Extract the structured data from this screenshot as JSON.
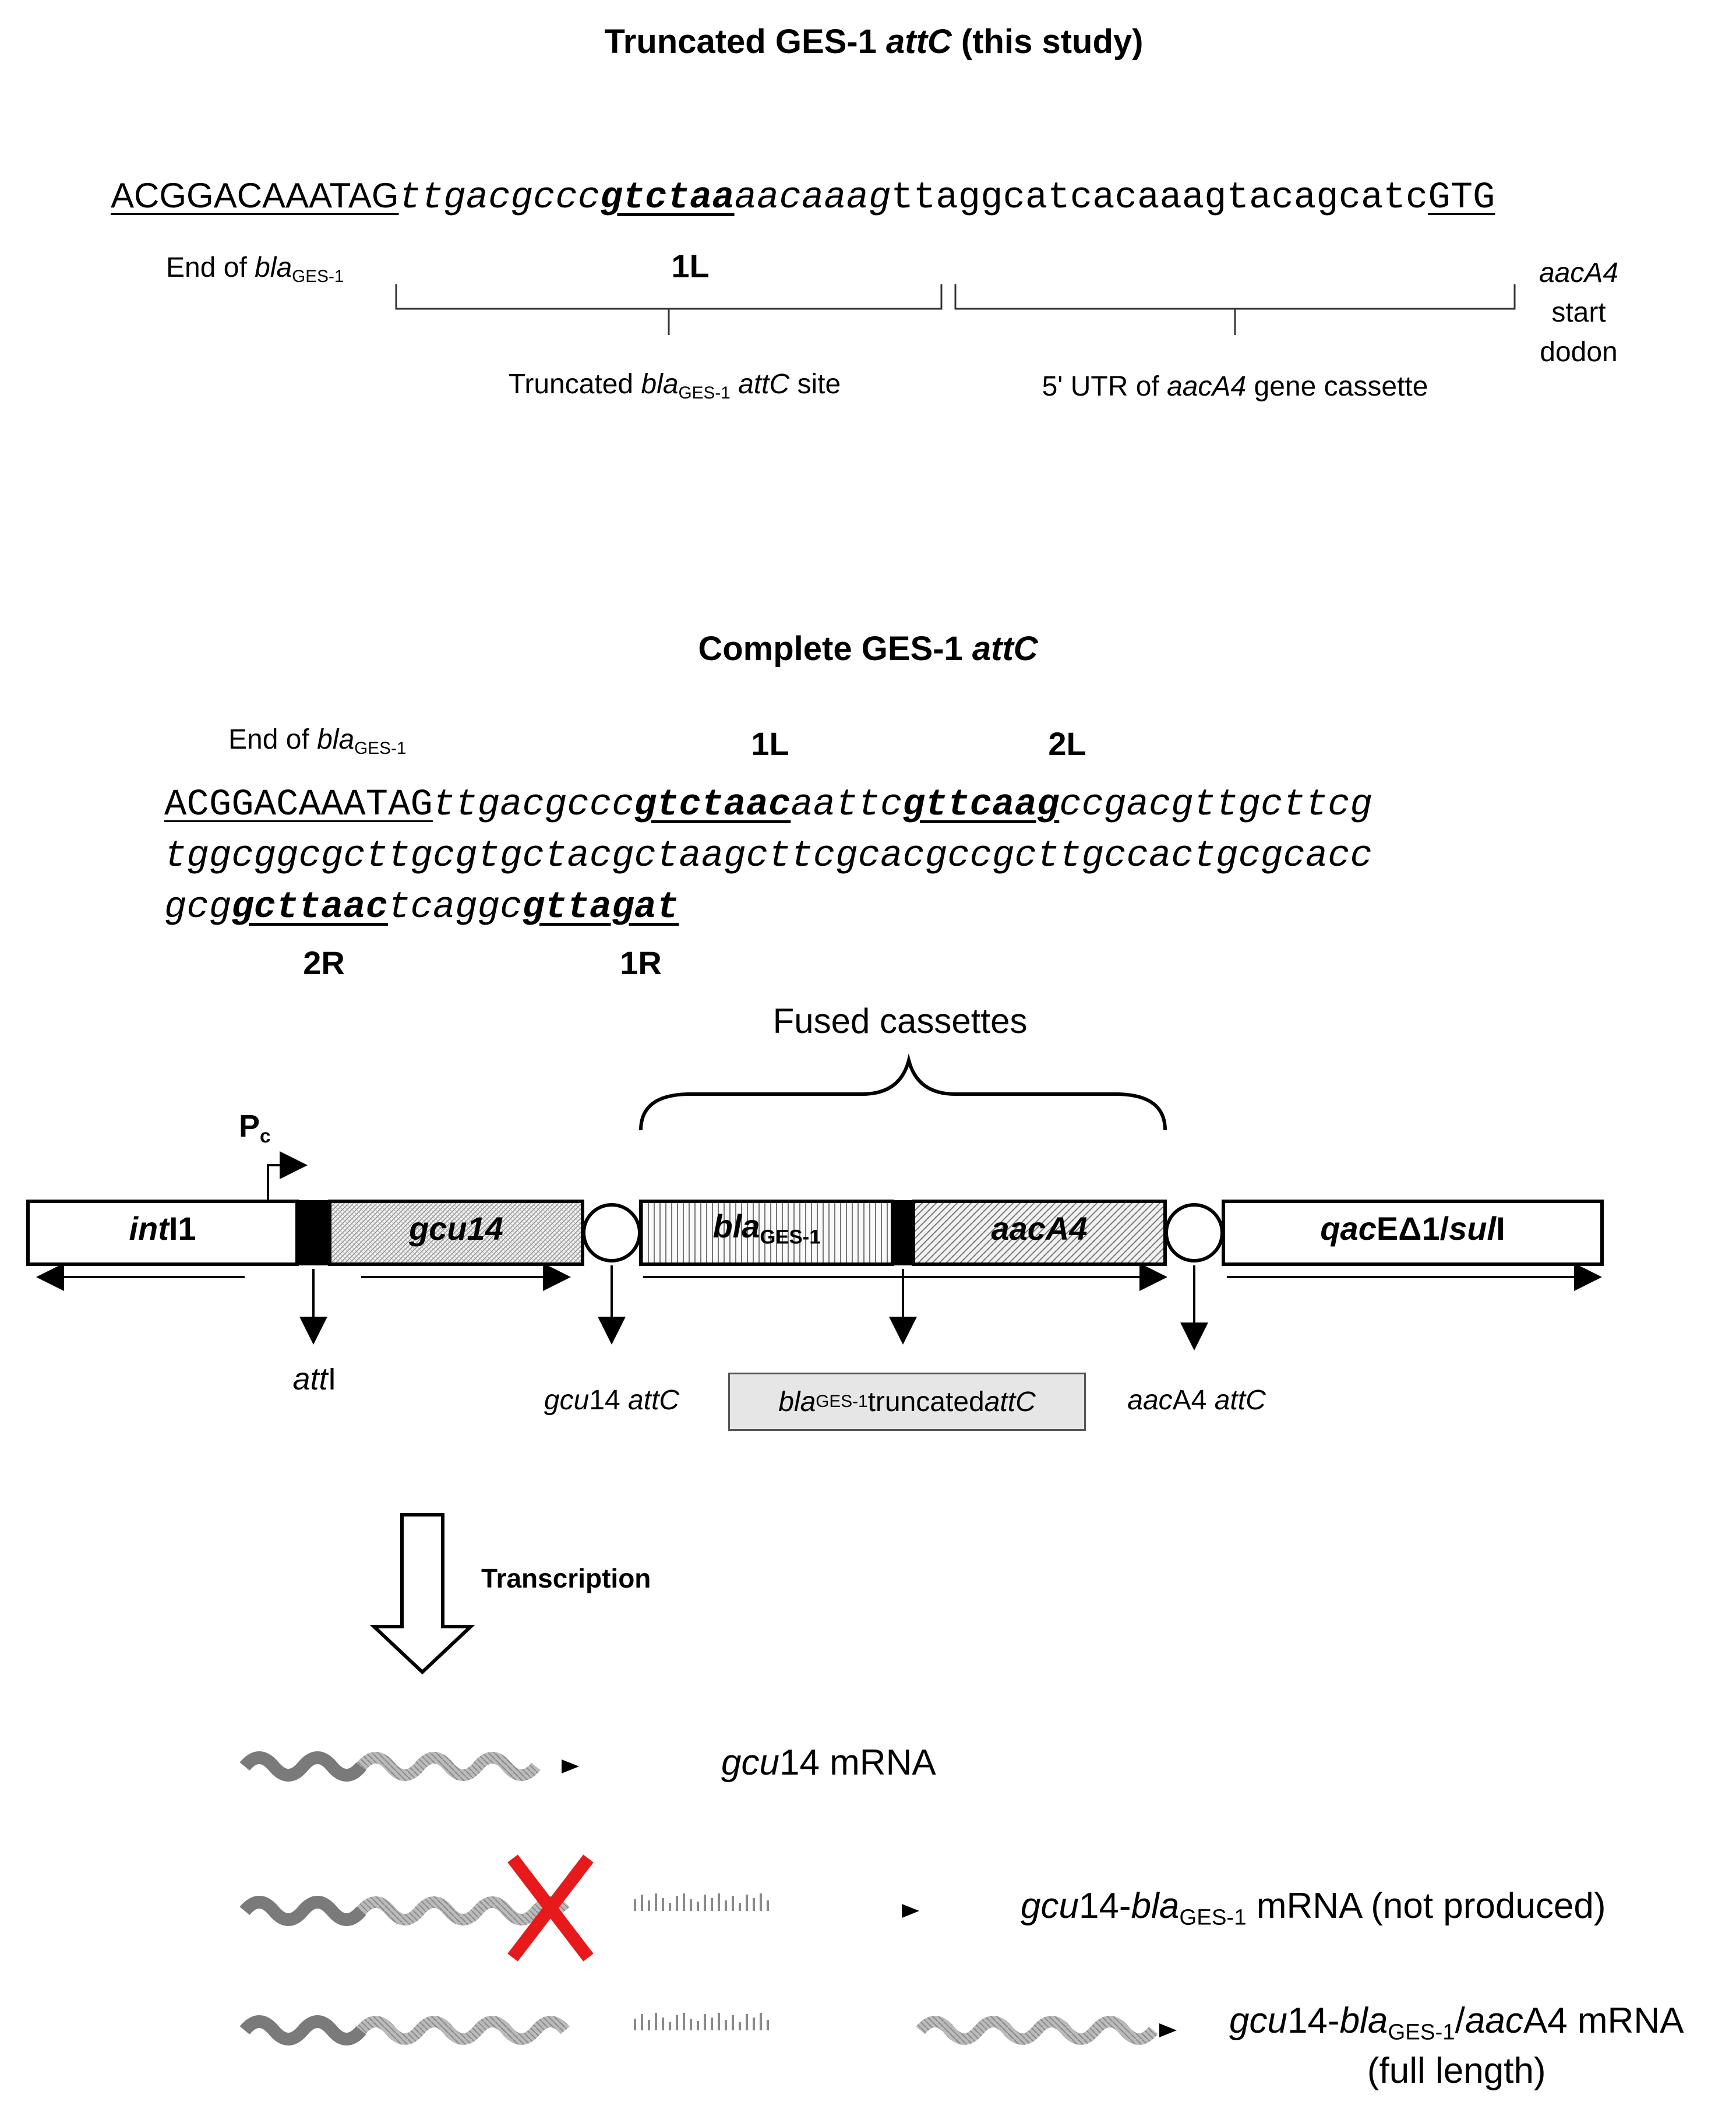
{
  "truncated": {
    "title_main": "Truncated GES-1 ",
    "title_italic": "attC",
    "title_end": " (this study)",
    "seq": {
      "end_bla": "ACGGACAAATAG",
      "italic1": "ttgacgccc",
      "motif_1L": "gtctaa",
      "italic2": "aacaaag",
      "plain": "ttaggcatcacaaagtacagcatc",
      "start": "GTG"
    },
    "label_end_prefix": "End of ",
    "label_end_gene": "bla",
    "label_end_sub": "GES-1",
    "label_1L": "1L",
    "label_aac_1": "aacA4",
    "label_aac_2": "start",
    "label_aac_3": "dodon",
    "brace1_italic": "bla",
    "brace1_prefix": "Truncated ",
    "brace1_sub": "GES-1",
    "brace1_suffix_it": "attC",
    "brace1_suffix": " site",
    "brace2_prefix": "5' UTR of ",
    "brace2_gene": "aacA4",
    "brace2_suffix": " gene cassette"
  },
  "complete": {
    "title_main": "Complete GES-1 ",
    "title_italic": "attC",
    "label_end_prefix": "End of ",
    "label_end_gene": "bla",
    "label_end_sub": "GES-1",
    "label_1L": "1L",
    "label_2L": "2L",
    "label_2R": "2R",
    "label_1R": "1R",
    "line1": {
      "end_bla": "ACGGACAAATAG",
      "it1": "ttgacgccc",
      "m1L": "gtctaac",
      "it2": "aattc",
      "m2L": "gttcaag",
      "it3": "ccgacgttgcttcg"
    },
    "line2": "tggcggcgcttgcgtgctacgctaagcttcgcacgccgcttgccactgcgcacc",
    "line3": {
      "it1": "gcg",
      "m2R": "gcttaac",
      "it2": "tcaggc",
      "m1R": "gttagat"
    }
  },
  "map": {
    "fused_label": "Fused cassettes",
    "pc_label": "P",
    "pc_sub": "c",
    "intI1": {
      "it": "int",
      "rest": "I1"
    },
    "gcu14": "gcu14",
    "bla": {
      "it": "bla",
      "sub": "GES-1"
    },
    "aacA4": "aacA4",
    "qac": {
      "it1": "qac",
      "mid": "EΔ1/",
      "it2": "sul",
      "end": "I"
    },
    "attI": {
      "it": "att",
      "rest": "I"
    },
    "gcu14_attC": {
      "it1": "gcu",
      "num": "14 ",
      "it2": "attC"
    },
    "bla_trunc": {
      "it": "bla",
      "sub": "GES-1",
      "mid": " truncated ",
      "it2": "attC"
    },
    "aacA4_attC": {
      "it1": "aac",
      "mid": "A4 ",
      "it2": "attC"
    }
  },
  "transcription": {
    "label": "Transcription",
    "m1": {
      "it": "gcu",
      "rest": "14 mRNA"
    },
    "m2": {
      "it1": "gcu",
      "num": "14-",
      "it2": "bla",
      "sub": "GES-1",
      "rest": " mRNA (not produced)"
    },
    "m3": {
      "it1": "gcu",
      "num": "14-",
      "it2": "bla",
      "sub": "GES-1",
      "mid": "/",
      "it3": "aac",
      "rest": "A4 mRNA",
      "line2": "(full length)"
    }
  },
  "colors": {
    "cross": "#e8191b",
    "legend_fill": "#e6e6e6",
    "wave_dark": "#777777",
    "wave_light": "#a8a8a8"
  }
}
